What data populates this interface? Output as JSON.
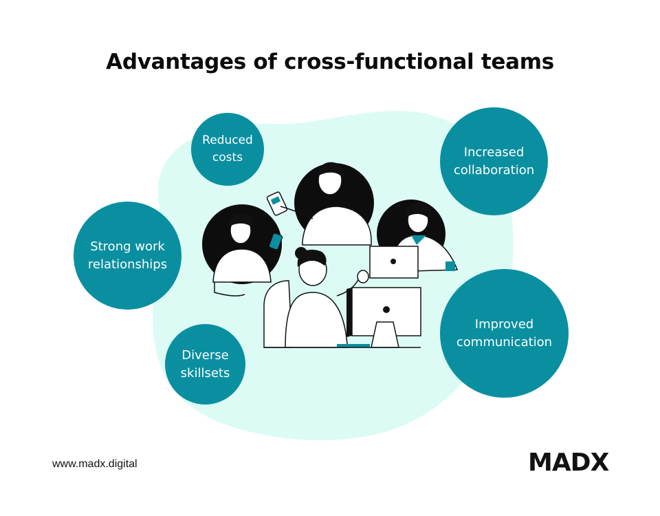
{
  "title": "Advantages of cross-functional teams",
  "advantages": {
    "reduced_costs": [
      "Reduced",
      "costs"
    ],
    "increased_collaboration": [
      "Increased",
      "collaboration"
    ],
    "strong_work_relationships": [
      "Strong work",
      "relationships"
    ],
    "diverse_skillsets": [
      "Diverse",
      "skillsets"
    ],
    "improved_communication": [
      "Improved",
      "communication"
    ]
  },
  "footer": {
    "url": "www.madx.digital",
    "logo": "MADX"
  },
  "colors": {
    "circle": "#0a8fa0",
    "blob": "#dcfbf5",
    "text": "#0b0b0b"
  }
}
